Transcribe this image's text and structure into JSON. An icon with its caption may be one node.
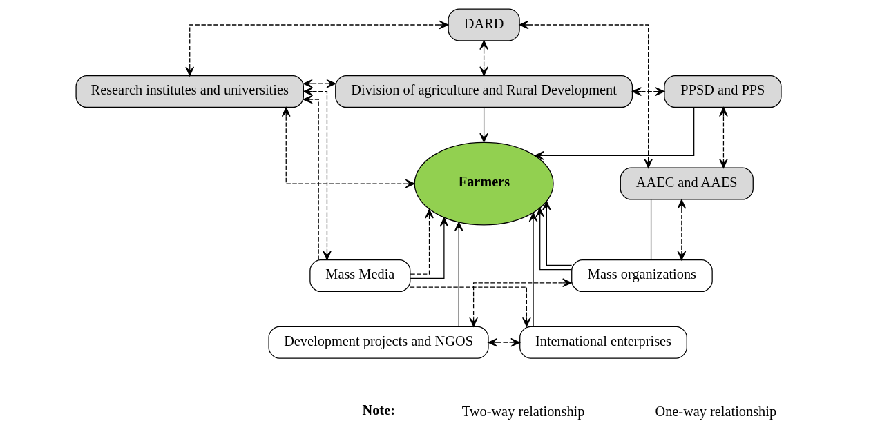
{
  "diagram": {
    "nodes": [
      {
        "text": [
          "DARD"
        ]
      },
      {
        "text": [
          "Research institutes and universities"
        ]
      },
      {
        "text": [
          "Division of agriculture and Rural Development"
        ]
      },
      {
        "text": [
          "PPSD and PPS"
        ]
      },
      {
        "text": [
          "Farmers"
        ]
      },
      {
        "text": [
          "AAEC and AAES"
        ]
      },
      {
        "text": [
          "Mass Media"
        ]
      },
      {
        "text": [
          "Mass organizations"
        ]
      },
      {
        "text": [
          "Development projects and NGOS"
        ]
      },
      {
        "text": [
          "International enterprises"
        ]
      }
    ],
    "edges": [
      {
        "from": 0,
        "to": 1,
        "arrow": "both",
        "style": "dashed"
      },
      {
        "from": 0,
        "to": 2,
        "arrow": "both",
        "style": "dashed"
      },
      {
        "from": 0,
        "to": 5,
        "arrow": "both",
        "style": "dashed"
      },
      {
        "from": 1,
        "to": 2,
        "arrow": "both",
        "style": "dashed"
      },
      {
        "from": 2,
        "to": 3,
        "arrow": "both",
        "style": "dashed"
      },
      {
        "from": 2,
        "to": 4,
        "arrow": "to"
      },
      {
        "from": 3,
        "to": 4,
        "arrow": "to"
      },
      {
        "from": 1,
        "to": 4,
        "arrow": "both",
        "style": "dashed"
      },
      {
        "from": 6,
        "to": 1,
        "arrow": "to",
        "style": "dashed"
      },
      {
        "from": 6,
        "to": 4,
        "arrow": "to",
        "style": "dashed"
      },
      {
        "from": 1,
        "to": 6,
        "arrow": "both",
        "style": "dashed"
      },
      {
        "from": 6,
        "to": 4,
        "arrow": "to"
      },
      {
        "from": 6,
        "to": 9,
        "arrow": "to",
        "style": "dashed"
      },
      {
        "from": 9,
        "to": 4,
        "arrow": "to"
      },
      {
        "from": 5,
        "to": 7,
        "arrow": "none"
      },
      {
        "from": 7,
        "to": 4,
        "arrow": "to"
      },
      {
        "from": 7,
        "to": 4,
        "arrow": "to"
      },
      {
        "from": 8,
        "to": 4,
        "arrow": "to"
      },
      {
        "from": 3,
        "to": 5,
        "arrow": "both",
        "style": "dashed"
      },
      {
        "from": 5,
        "to": 7,
        "arrow": "both",
        "style": "dashed"
      },
      {
        "from": 7,
        "to": 8,
        "arrow": "both",
        "style": "dashed"
      },
      {
        "from": 8,
        "to": 9,
        "arrow": "both",
        "style": "dashed"
      }
    ],
    "labels": [
      "Note:"
    ],
    "legend": [
      {
        "text": "Two-way relationship"
      },
      {
        "text": "One-way relationship"
      }
    ]
  }
}
